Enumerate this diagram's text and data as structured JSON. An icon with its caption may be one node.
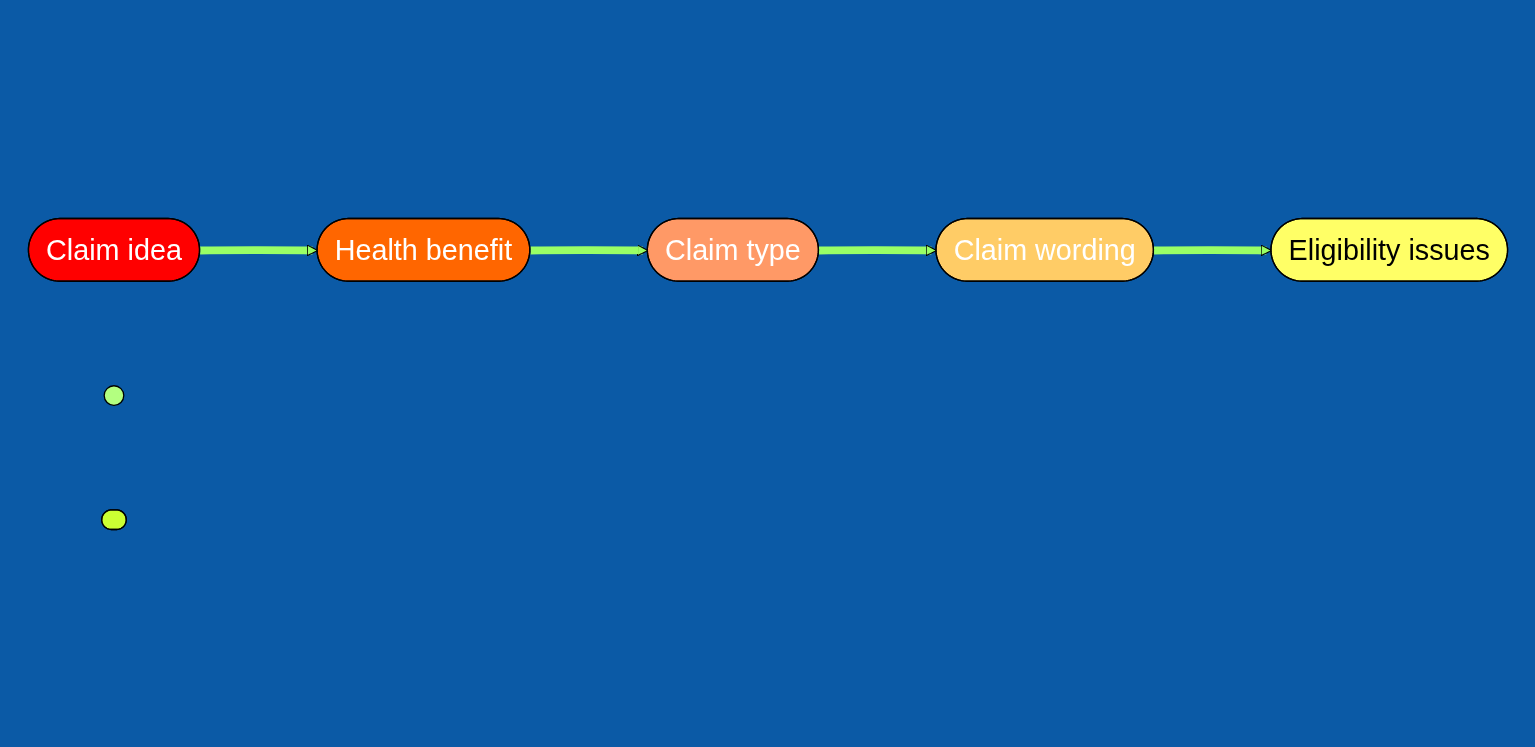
{
  "diagram": {
    "nodes": [
      {
        "text": [
          "Claim idea"
        ]
      },
      {
        "text": [
          "Health benefit"
        ]
      },
      {
        "text": [
          "Claim type"
        ]
      },
      {
        "text": [
          "Claim wording"
        ]
      },
      {
        "text": [
          "Eligibility issues"
        ]
      },
      {
        "text": [],
        "shape": "circle"
      },
      {
        "text": [],
        "shape": "ellipse"
      }
    ],
    "edges": [
      {
        "from": 0,
        "to": 1,
        "arrow": "to"
      },
      {
        "from": 1,
        "to": 2,
        "arrow": "to"
      },
      {
        "from": 2,
        "to": 3,
        "arrow": "to"
      },
      {
        "from": 3,
        "to": 4,
        "arrow": "to"
      }
    ]
  }
}
